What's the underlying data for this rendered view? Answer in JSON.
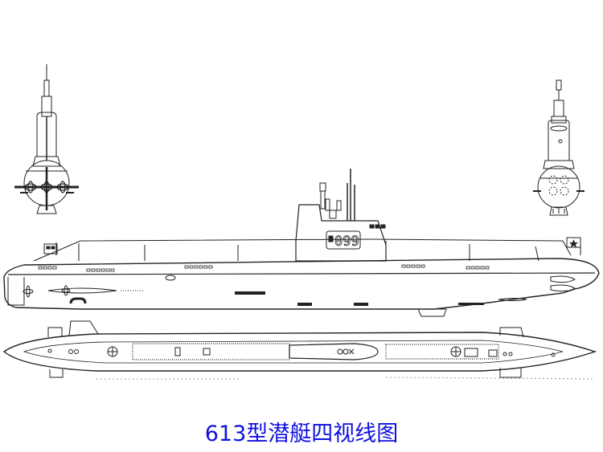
{
  "caption": {
    "text": "613型潜艇四视线图",
    "color": "#1010e0"
  },
  "drawing": {
    "subject": "Type 613 submarine",
    "views": [
      {
        "id": "stern-view",
        "label": "rear (stern) view"
      },
      {
        "id": "bow-view",
        "label": "front (bow) view"
      },
      {
        "id": "side-view",
        "label": "side profile view"
      },
      {
        "id": "top-view",
        "label": "top (plan) view"
      }
    ],
    "hull_number": "099",
    "line_color": "#222222",
    "background": "#ffffff"
  }
}
